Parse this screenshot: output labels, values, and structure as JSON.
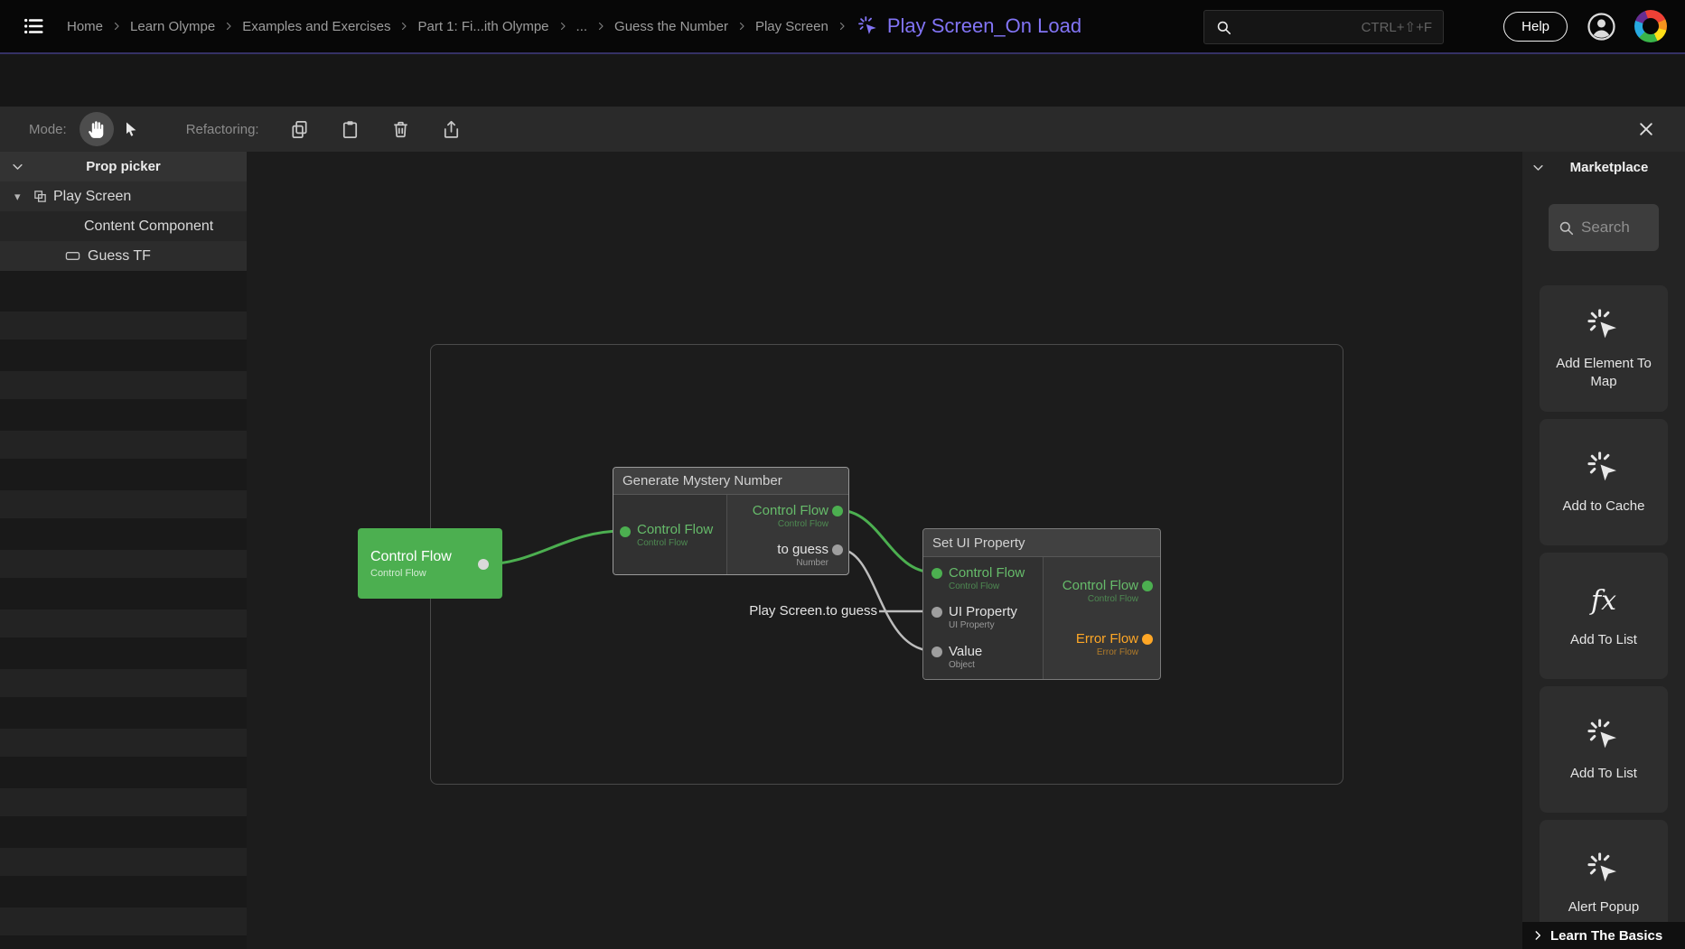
{
  "topbar": {
    "breadcrumbs": [
      "Home",
      "Learn Olympe",
      "Examples and Exercises",
      "Part 1: Fi...ith Olympe",
      "...",
      "Guess the Number",
      "Play Screen"
    ],
    "current_page": "Play Screen_On Load",
    "search_shortcut": "CTRL+⇧+F",
    "help_label": "Help"
  },
  "toolbar": {
    "mode_label": "Mode:",
    "refactoring_label": "Refactoring:"
  },
  "prop_picker": {
    "title": "Prop picker",
    "items": [
      {
        "label": "Play Screen"
      },
      {
        "label": "Content Component"
      },
      {
        "label": "Guess TF"
      }
    ]
  },
  "canvas": {
    "annotation": "Play Screen.to guess",
    "control_flow_node": {
      "title": "Control Flow",
      "subtitle": "Control Flow"
    },
    "generate_node": {
      "title": "Generate Mystery Number",
      "input_label": "Control Flow",
      "input_sub": "Control Flow",
      "out_control_label": "Control Flow",
      "out_control_sub": "Control Flow",
      "out_value_label": "to guess",
      "out_value_sub": "Number"
    },
    "set_ui_node": {
      "title": "Set UI Property",
      "in_control_label": "Control Flow",
      "in_control_sub": "Control Flow",
      "in_property_label": "UI Property",
      "in_property_sub": "UI Property",
      "in_value_label": "Value",
      "in_value_sub": "Object",
      "out_control_label": "Control Flow",
      "out_control_sub": "Control Flow",
      "out_error_label": "Error Flow",
      "out_error_sub": "Error Flow"
    }
  },
  "marketplace": {
    "title": "Marketplace",
    "search_placeholder": "Search",
    "cards": [
      {
        "label": "Add Element To Map",
        "icon": "cursor-click-icon"
      },
      {
        "label": "Add to Cache",
        "icon": "cursor-click-icon"
      },
      {
        "label": "Add To List",
        "icon": "fx-icon",
        "glyph": "fx"
      },
      {
        "label": "Add To List",
        "icon": "cursor-click-icon"
      },
      {
        "label": "Alert Popup",
        "icon": "cursor-click-icon"
      }
    ],
    "footer": "Learn The Basics"
  },
  "colors": {
    "accent_purple": "#8274f5",
    "flow_green": "#4caf50",
    "error_orange": "#ffa726"
  }
}
